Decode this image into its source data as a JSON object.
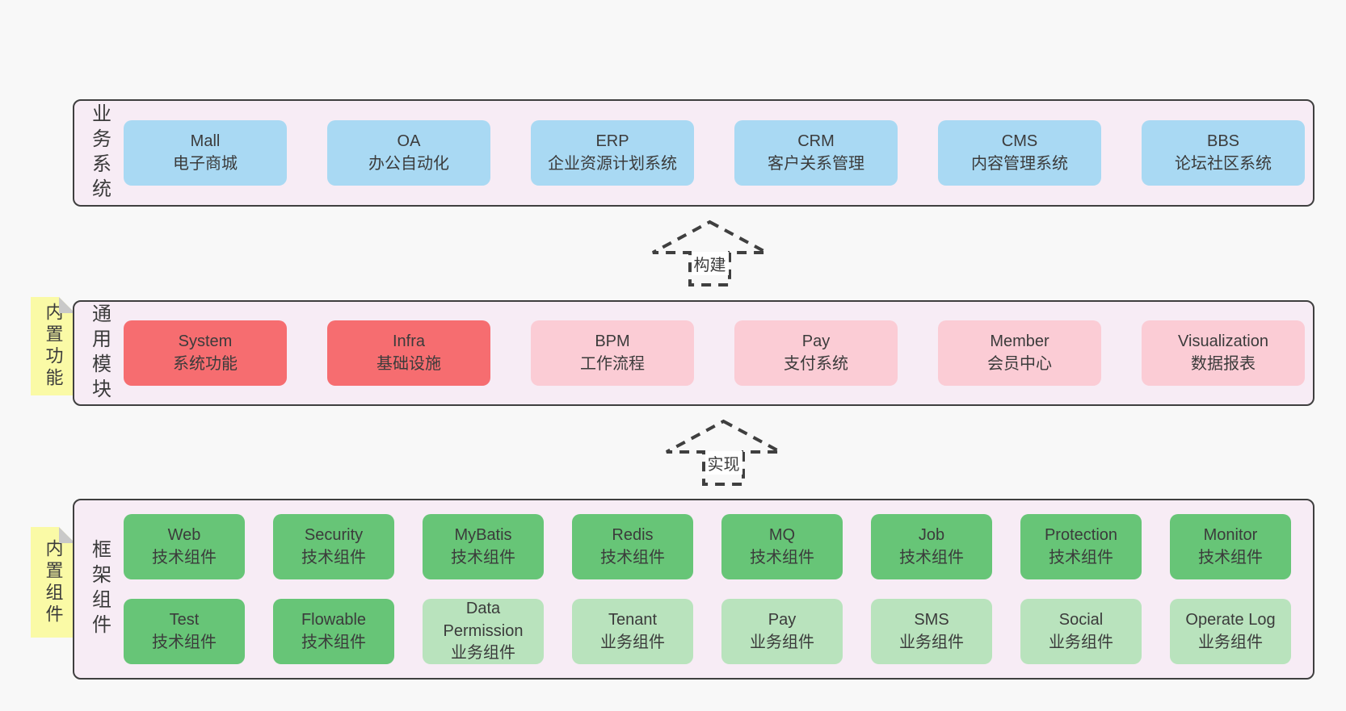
{
  "layers": {
    "business": {
      "label": "业务系统",
      "boxes": [
        {
          "title": "Mall",
          "subtitle": "电子商城"
        },
        {
          "title": "OA",
          "subtitle": "办公自动化"
        },
        {
          "title": "ERP",
          "subtitle": "企业资源计划系统"
        },
        {
          "title": "CRM",
          "subtitle": "客户关系管理"
        },
        {
          "title": "CMS",
          "subtitle": "内容管理系统"
        },
        {
          "title": "BBS",
          "subtitle": "论坛社区系统"
        }
      ]
    },
    "modules": {
      "label": "通用模块",
      "sticky": "内置功能",
      "boxes": [
        {
          "title": "System",
          "subtitle": "系统功能"
        },
        {
          "title": "Infra",
          "subtitle": "基础设施"
        },
        {
          "title": "BPM",
          "subtitle": "工作流程"
        },
        {
          "title": "Pay",
          "subtitle": "支付系统"
        },
        {
          "title": "Member",
          "subtitle": "会员中心"
        },
        {
          "title": "Visualization",
          "subtitle": "数据报表"
        }
      ]
    },
    "components": {
      "label": "框架组件",
      "sticky": "内置组件",
      "row1": [
        {
          "title": "Web",
          "subtitle": "技术组件"
        },
        {
          "title": "Security",
          "subtitle": "技术组件"
        },
        {
          "title": "MyBatis",
          "subtitle": "技术组件"
        },
        {
          "title": "Redis",
          "subtitle": "技术组件"
        },
        {
          "title": "MQ",
          "subtitle": "技术组件"
        },
        {
          "title": "Job",
          "subtitle": "技术组件"
        },
        {
          "title": "Protection",
          "subtitle": "技术组件"
        },
        {
          "title": "Monitor",
          "subtitle": "技术组件"
        }
      ],
      "row2": [
        {
          "title": "Test",
          "subtitle": "技术组件"
        },
        {
          "title": "Flowable",
          "subtitle": "技术组件"
        },
        {
          "title": "Data Permission",
          "subtitle": "业务组件"
        },
        {
          "title": "Tenant",
          "subtitle": "业务组件"
        },
        {
          "title": "Pay",
          "subtitle": "业务组件"
        },
        {
          "title": "SMS",
          "subtitle": "业务组件"
        },
        {
          "title": "Social",
          "subtitle": "业务组件"
        },
        {
          "title": "Operate Log",
          "subtitle": "业务组件"
        }
      ]
    }
  },
  "arrows": {
    "build": "构建",
    "implement": "实现"
  },
  "colors": {
    "page_bg": "#f8f8f8",
    "container_bg": "#f7ecf5",
    "container_border": "#3f3f3f",
    "blue_box": "#a9d9f3",
    "red_box": "#f66d70",
    "pink_box": "#fbccd5",
    "green_box": "#67c577",
    "light_green_box": "#b9e3bd",
    "sticky_yellow": "#fafaa6",
    "sticky_fold_gray": "#c9c9c9",
    "text": "#3b3b3b"
  }
}
